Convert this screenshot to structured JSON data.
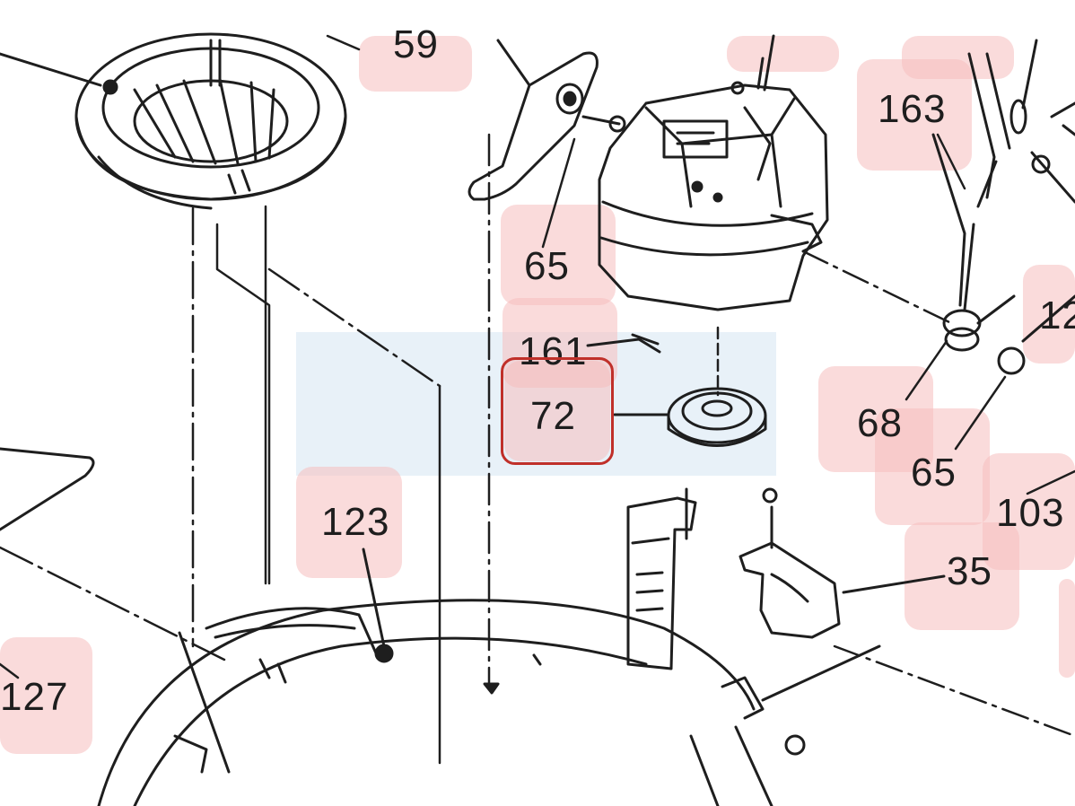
{
  "labels": {
    "p59": "59",
    "p163": "163",
    "p65_top": "65",
    "p161": "161",
    "p72": "72",
    "p68": "68",
    "p65_right": "65",
    "p103": "103",
    "p123": "123",
    "p35": "35",
    "p127": "127",
    "p12": "12"
  },
  "colors": {
    "highlight_fill": "#f6bebe",
    "selection_border": "#c0302a",
    "band": "#cde1f0",
    "ink": "#1e1e1e"
  }
}
